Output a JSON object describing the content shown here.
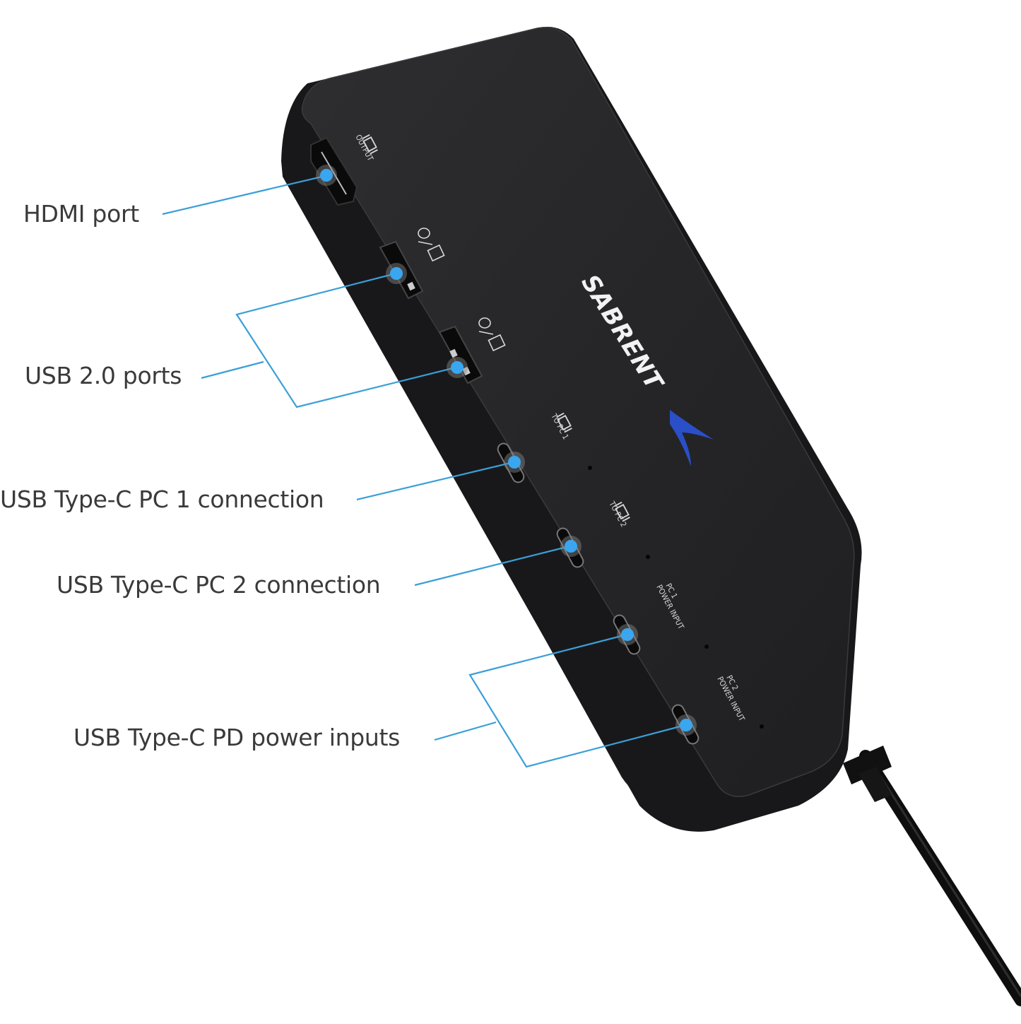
{
  "product": {
    "brand": "SABRENT",
    "colors": {
      "body": "#1c1c1e",
      "top_surface": "#2a2a2c",
      "accent_blue": "#2a4fc8",
      "callout_line": "#3a9fd8",
      "callout_dot": "#3aa6f0",
      "label_text": "#3a3a3a",
      "background": "#ffffff"
    },
    "surface_markings": {
      "hdmi": "OUTPUT",
      "usb_a_1": "mouse / keyboard",
      "usb_a_2": "mouse / keyboard",
      "pc1_display": "TO PC 1",
      "pc2_display": "TO PC 2",
      "pc1_power_line1": "PC 1",
      "pc1_power_line2": "POWER INPUT",
      "pc2_power_line1": "PC 2",
      "pc2_power_line2": "POWER INPUT"
    }
  },
  "callouts": [
    {
      "id": "hdmi",
      "label": "HDMI port"
    },
    {
      "id": "usb2",
      "label": "USB 2.0 ports"
    },
    {
      "id": "pc1",
      "label": "USB Type-C PC 1 connection"
    },
    {
      "id": "pc2",
      "label": "USB Type-C PC 2 connection"
    },
    {
      "id": "pd",
      "label": "USB Type-C PD power inputs"
    }
  ]
}
